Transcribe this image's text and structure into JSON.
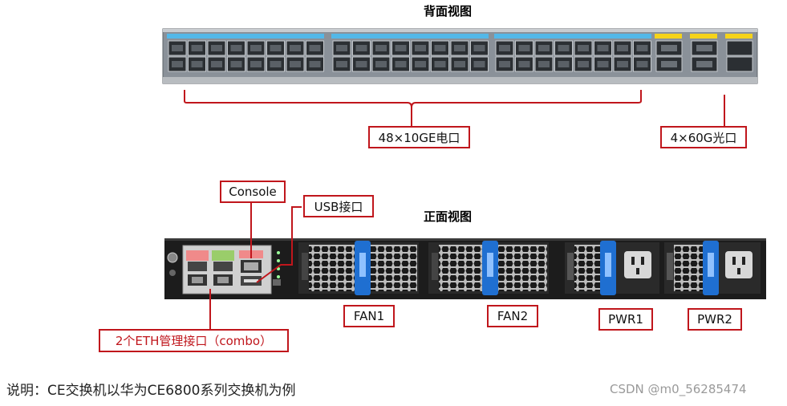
{
  "back_view": {
    "title": "背面视图",
    "callout_electrical": "48×10GE电口",
    "callout_optical": "4×60G光口"
  },
  "front_view": {
    "title": "正面视图",
    "callout_console": "Console",
    "callout_usb": "USB接口",
    "callout_eth": "2个ETH管理接口（combo）",
    "fan1": "FAN1",
    "fan2": "FAN2",
    "pwr1": "PWR1",
    "pwr2": "PWR2"
  },
  "note": "说明：CE交换机以华为CE6800系列交换机为例",
  "watermark": "CSDN @m0_56285474",
  "colors": {
    "callout_border": "#c0161c",
    "chassis_dark": "#1c1c1c",
    "back_panel": "#8a9199",
    "port_label_blue": "#53b8e8",
    "port_label_yellow": "#f5d31a",
    "handle_blue": "#1f6fd1"
  }
}
